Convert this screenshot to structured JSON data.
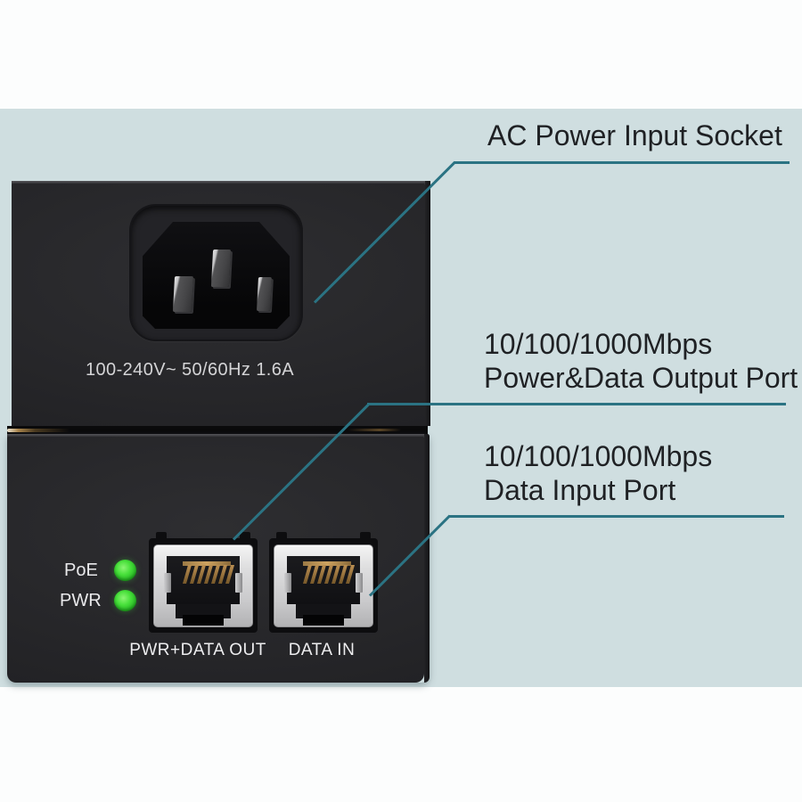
{
  "diagram_title": "PoE injector hardware callout diagram",
  "colors": {
    "background_band": "#cfdee0",
    "background_outer": "#fdfefe",
    "leader_line": "#2b7383",
    "annotation_text": "#1f2124",
    "device_body": "#262629",
    "led_green": "#3fd838",
    "rj45_bezel_silver": "#d8d8d9",
    "device_label_text": "#e9e9eb"
  },
  "annotations": {
    "ac_socket": {
      "text": "AC Power Input Socket"
    },
    "output_port": {
      "line1": "10/100/1000Mbps",
      "line2": "Power&Data Output Port"
    },
    "input_port": {
      "line1": "10/100/1000Mbps",
      "line2": "Data Input Port"
    }
  },
  "device": {
    "rear_panel": {
      "power_rating": "100-240V~ 50/60Hz 1.6A"
    },
    "front_panel": {
      "leds": [
        {
          "label": "PoE"
        },
        {
          "label": "PWR"
        }
      ],
      "ports": [
        {
          "label": "PWR+DATA OUT"
        },
        {
          "label": "DATA IN"
        }
      ]
    }
  }
}
